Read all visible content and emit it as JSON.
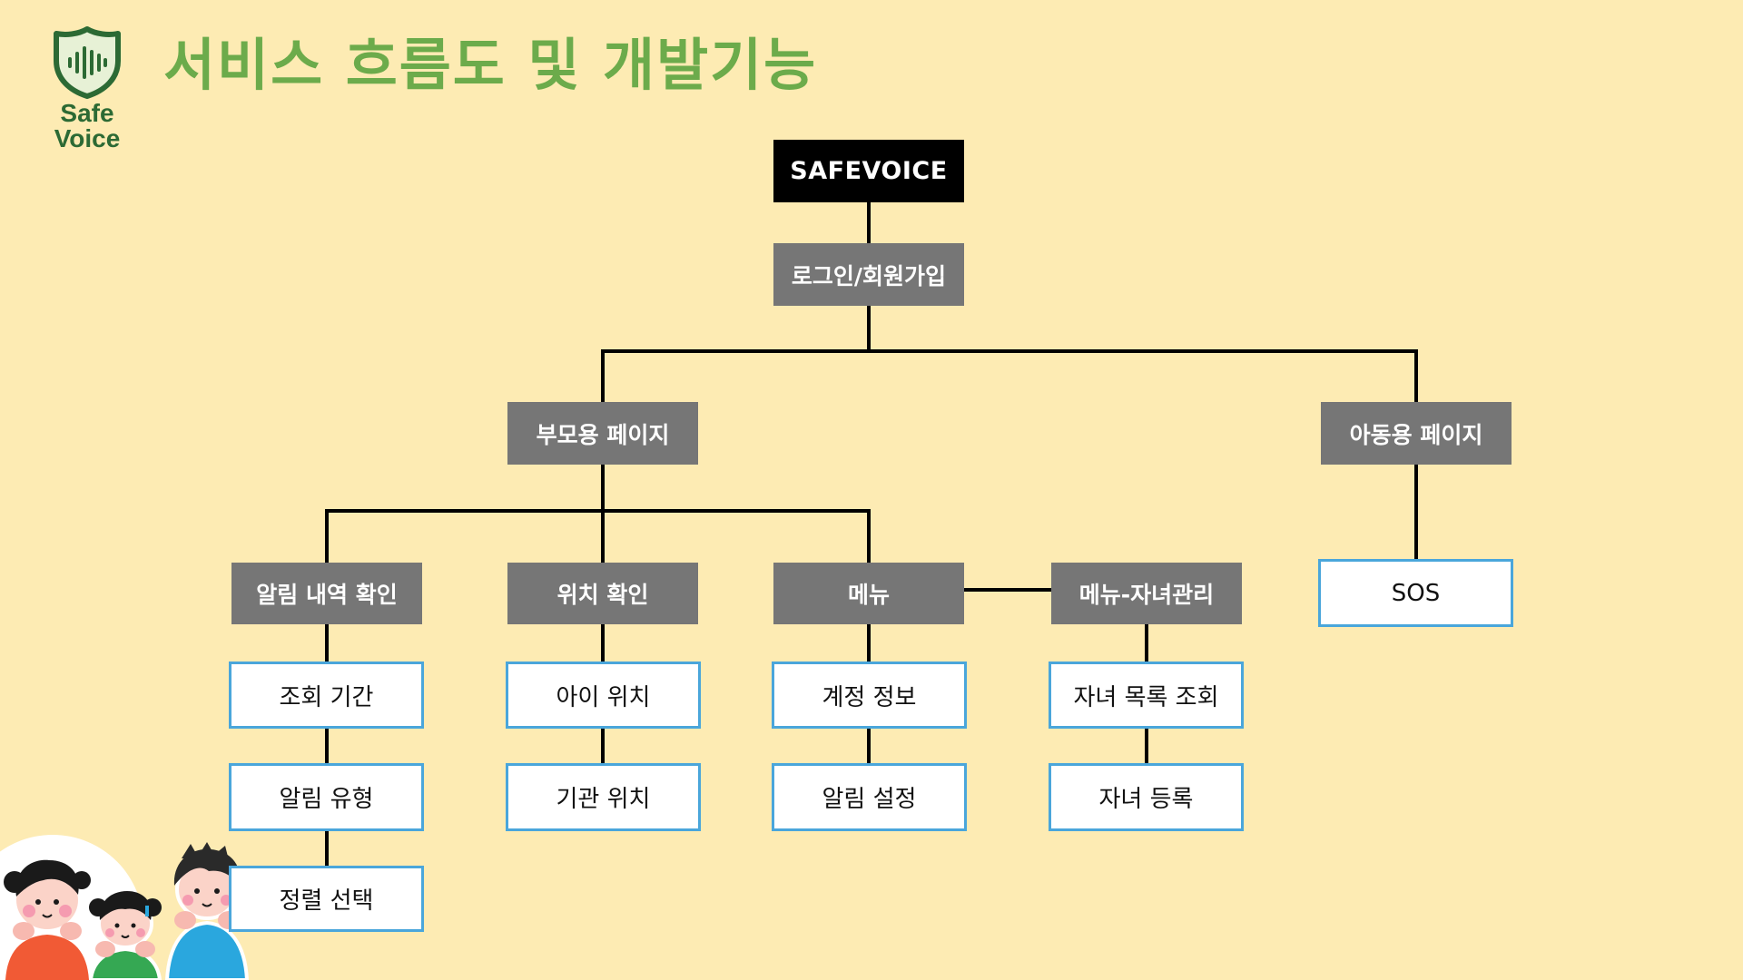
{
  "slide": {
    "title": "서비스 흐름도 및 개발기능"
  },
  "logo": {
    "icon": "shield-sound-wave-icon",
    "line1": "Safe",
    "line2": "Voice"
  },
  "diagram": {
    "root": "SAFEVOICE",
    "auth": "로그인/회원가입",
    "parent_page": {
      "label": "부모용 페이지",
      "sections": [
        {
          "label": "알림 내역 확인",
          "items": [
            "조회 기간",
            "알림 유형",
            "정렬 선택"
          ]
        },
        {
          "label": "위치 확인",
          "items": [
            "아이 위치",
            "기관 위치"
          ]
        },
        {
          "label": "메뉴",
          "items": [
            "계정 정보",
            "알림 설정"
          ]
        },
        {
          "label": "메뉴-자녀관리",
          "items": [
            "자녀 목록 조회",
            "자녀 등록"
          ]
        }
      ]
    },
    "child_page": {
      "label": "아동용 페이지",
      "items": [
        "SOS"
      ]
    }
  },
  "illustration": "three-children-illustration",
  "colors": {
    "background": "#FDEBB3",
    "title": "#6CAB4B",
    "logo": "#2C6A34",
    "root_box": "#000000",
    "section_box": "#767676",
    "leaf_border": "#4AA6DB",
    "connector": "#000000"
  }
}
